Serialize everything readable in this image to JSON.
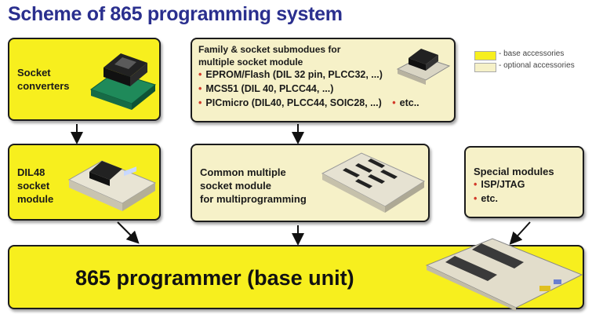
{
  "title": "Scheme of 865 programming system",
  "legend": {
    "base": "- base accessories",
    "optional": "- optional accessories",
    "base_color": "#f7ef1e",
    "optional_color": "#f6f1c8"
  },
  "socket_converters": {
    "line1": "Socket",
    "line2": "converters"
  },
  "family_box": {
    "line1": "Family & socket submodues  for",
    "line2": "multiple socket module",
    "items": [
      "EPROM/Flash (DIL 32 pin, PLCC32, ...)",
      "MCS51 (DIL 40, PLCC44, ...)",
      "PICmicro (DIL40, PLCC44, SOIC28, ...)"
    ],
    "etc": "etc.."
  },
  "dil48": {
    "line1": "DIL48",
    "line2": "socket",
    "line3": "module"
  },
  "common_module": {
    "line1": "Common multiple",
    "line2": "socket module",
    "line3": "for multiprogramming"
  },
  "special_modules": {
    "title": "Special modules",
    "items": [
      "ISP/JTAG",
      "etc."
    ]
  },
  "base_unit": {
    "label": "865 programmer (base unit)"
  }
}
